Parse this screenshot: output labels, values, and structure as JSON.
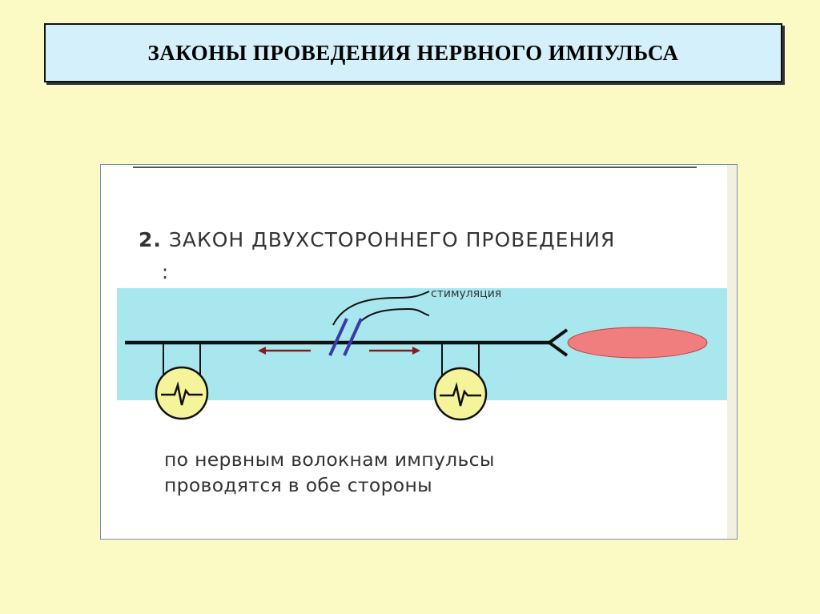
{
  "slide": {
    "title": "ЗАКОНЫ ПРОВЕДЕНИЯ НЕРВНОГО ИМПУЛЬСА"
  },
  "law": {
    "number": "2.",
    "heading": "ЗАКОН ДВУХСТОРОННЕГО ПРОВЕДЕНИЯ",
    "colon": ":"
  },
  "diagram": {
    "stimulation_label": "стимуляция",
    "colors": {
      "band": "#a9e7ef",
      "fiber": "#111111",
      "arrows": "#8b1a1a",
      "stimulator": "#3a3aa8",
      "target": "#f07e7e",
      "meter_fill": "#f6f49a"
    }
  },
  "caption": {
    "line1": "по нервным волокнам импульсы",
    "line2": "проводятся в обе стороны"
  },
  "colors": {
    "background": "#fbf9c4",
    "title_box": "#d4f0fa"
  }
}
